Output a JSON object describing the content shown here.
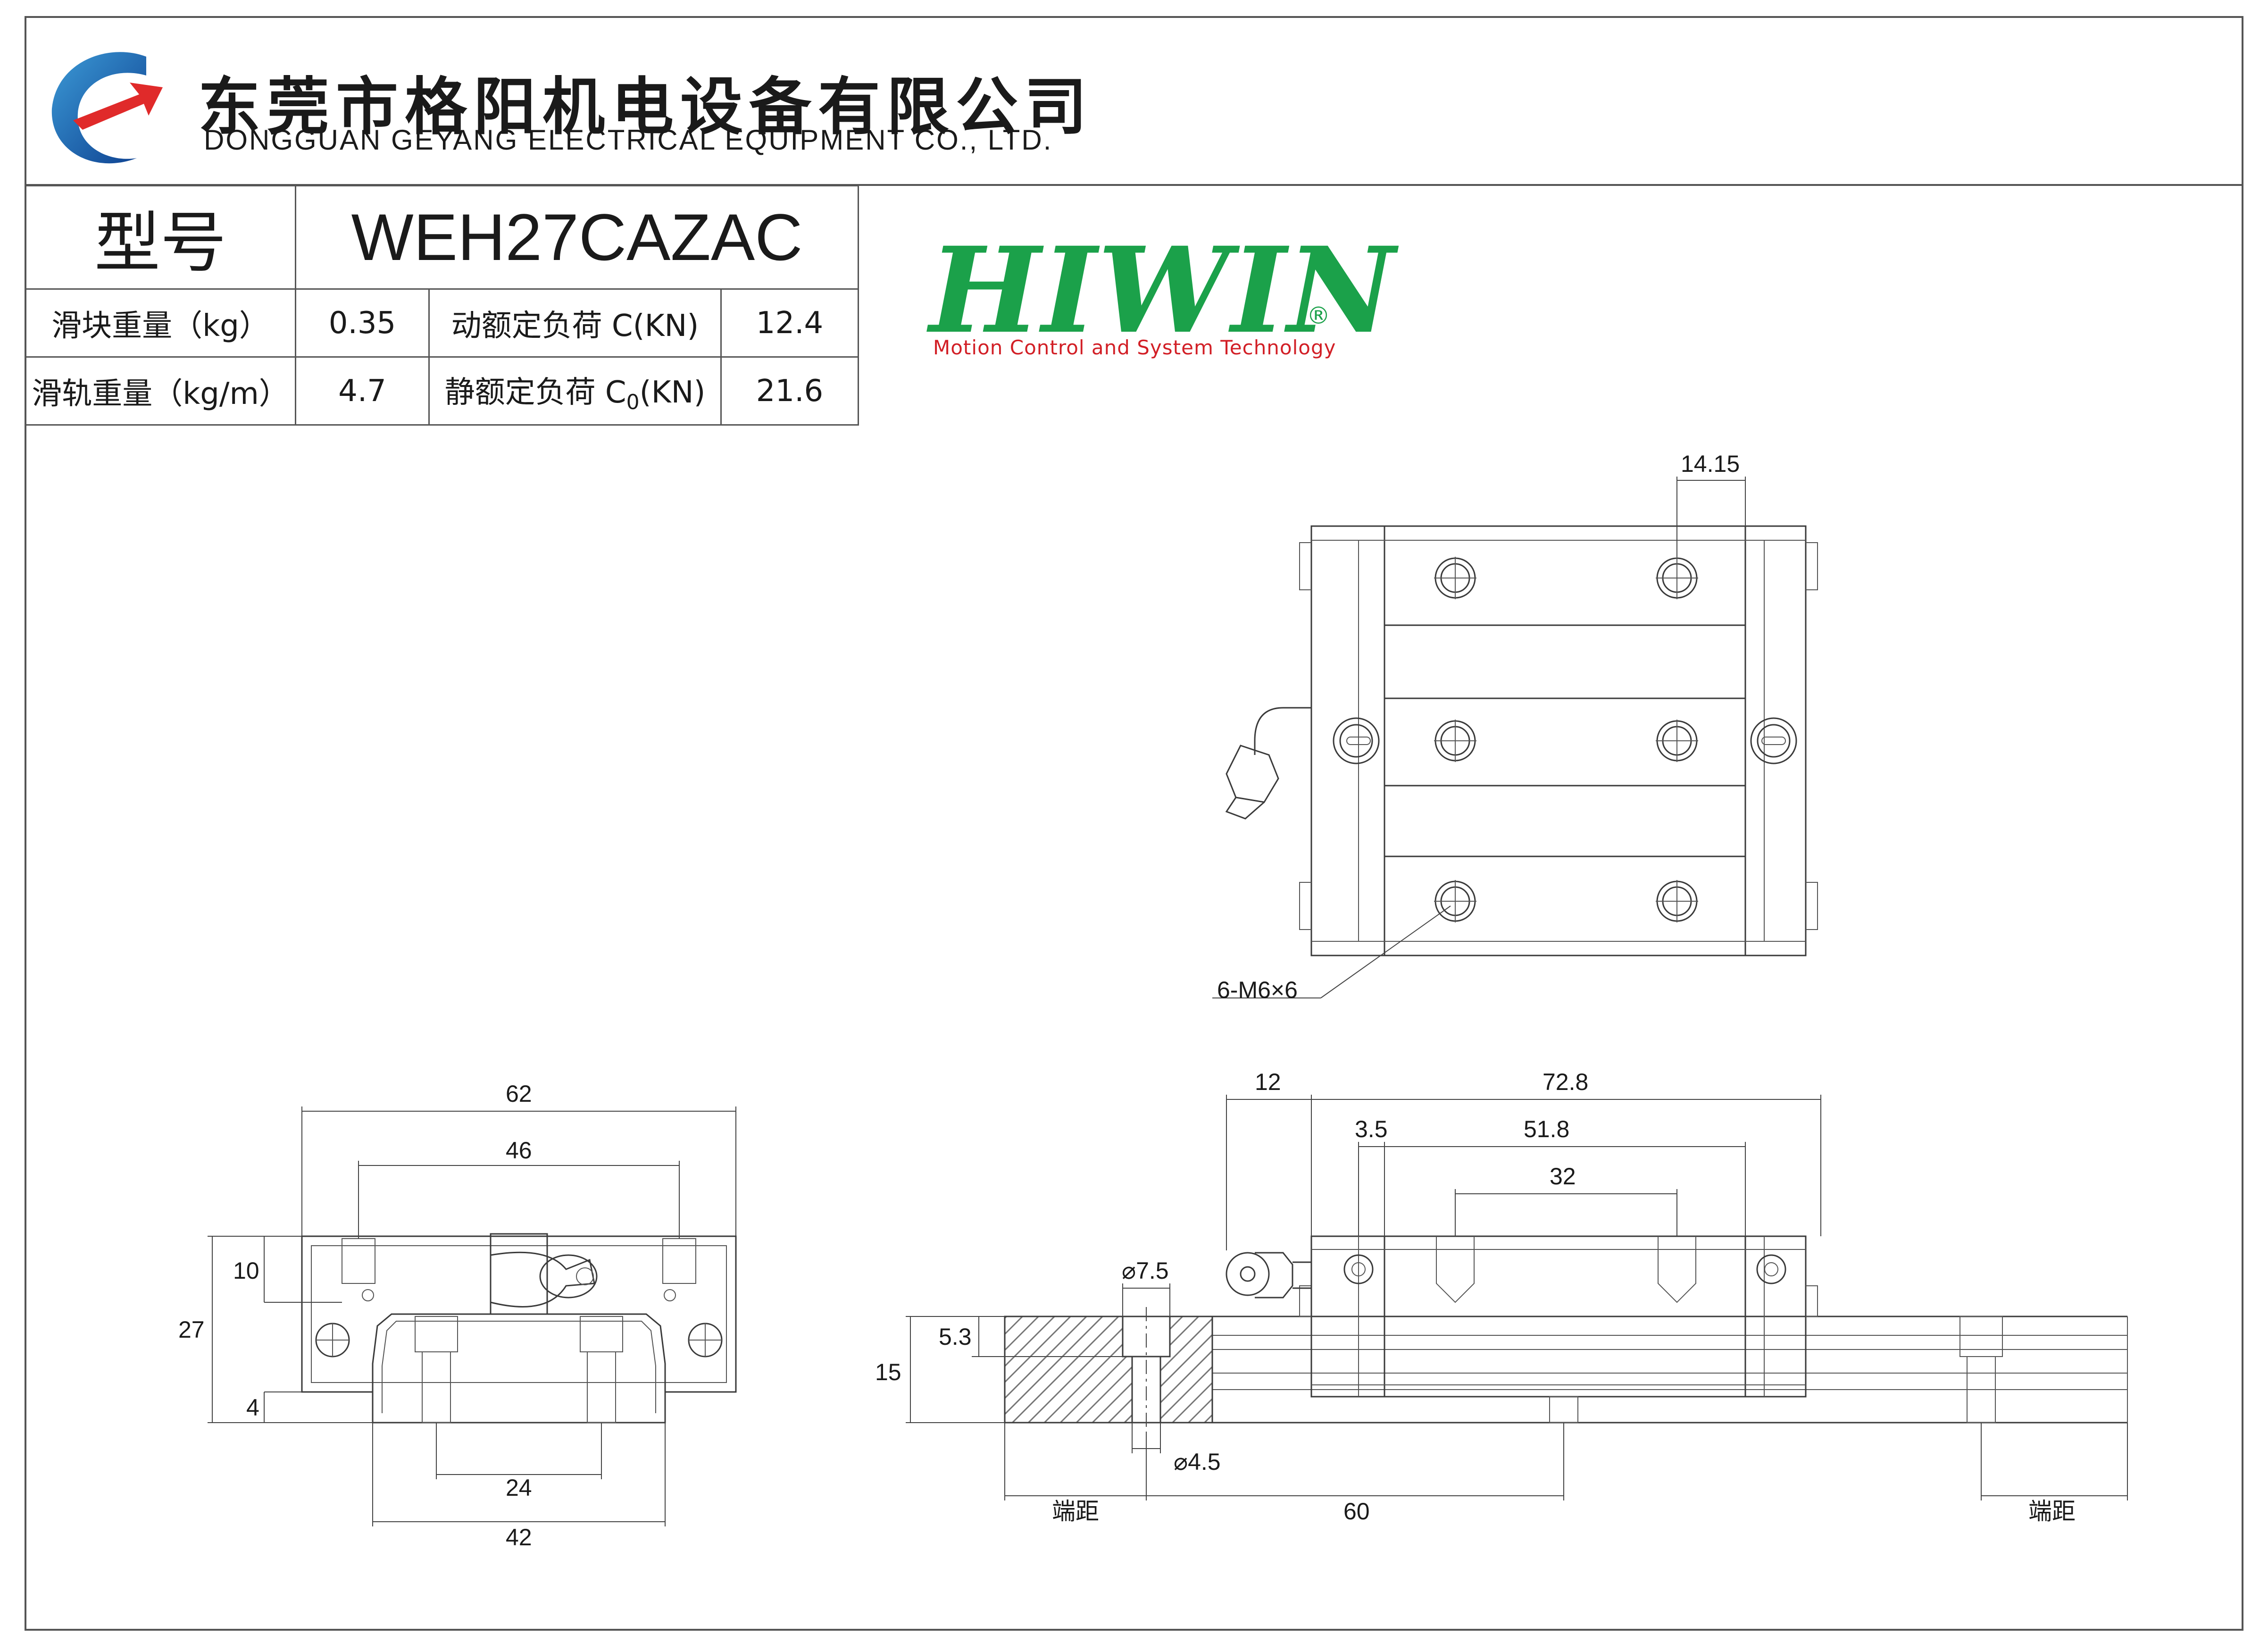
{
  "company": {
    "name_cn": "东莞市格阳机电设备有限公司",
    "name_en": "DONGGUAN GEYANG ELECTRICAL EQUIPMENT CO., LTD."
  },
  "spec_table": {
    "model_label": "型号",
    "model_value": "WEH27CAZAC",
    "rows": [
      {
        "label": "滑块重量（kg）",
        "value": "0.35",
        "label2": "动额定负荷 C(KN)",
        "value2": "12.4"
      },
      {
        "label": "滑轨重量（kg/m）",
        "value": "4.7",
        "label2_main": "静额定负荷 C",
        "label2_sub": "0",
        "label2_tail": "(KN)",
        "value2": "21.6"
      }
    ]
  },
  "brand": {
    "name": "HIWIN",
    "reg": "®",
    "tagline": "Motion Control and System Technology",
    "color": "#1ba14a",
    "tag_color": "#d21f26"
  },
  "drawing": {
    "top_view": {
      "dim_spacing": "14.15",
      "callout": "6-M6×6"
    },
    "end_view": {
      "width": "62",
      "bolt_span": "46",
      "height": "27",
      "top_to_hole": "10",
      "bottom_gap": "4",
      "rail_hole_span": "24",
      "rail_width": "42"
    },
    "side_view": {
      "dim_nipple": "12",
      "length": "72.8",
      "d35": "3.5",
      "body": "51.8",
      "hole_span": "32",
      "counterbore": "⌀7.5",
      "through_hole": "⌀4.5",
      "counterbore_depth": "5.3",
      "rail_height": "15",
      "end_dist_left": "端距",
      "pitch": "60",
      "end_dist_right": "端距"
    }
  }
}
